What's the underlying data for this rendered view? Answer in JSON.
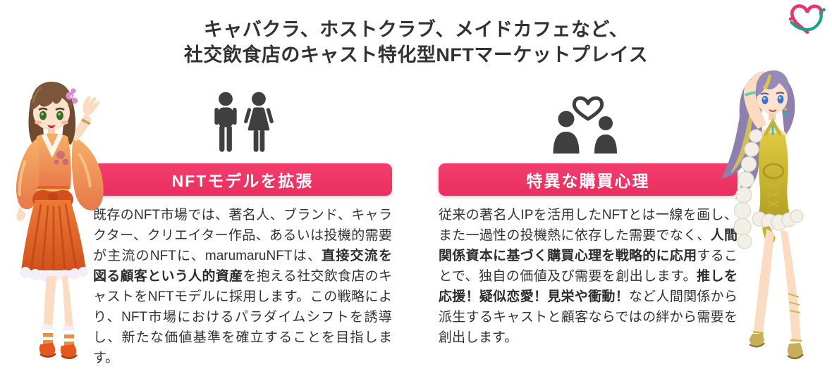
{
  "brand": {
    "logo_icon": "heart-ribbon-logo-icon",
    "logo_colors": {
      "pink": "#E8336E",
      "teal": "#1BA18E"
    }
  },
  "title": {
    "line1": "キャバクラ、ホストクラブ、メイドカフェなど、",
    "line2": "社交飲食店のキャスト特化型NFTマーケットプレイス"
  },
  "theme": {
    "banner_pink": "#EE3566",
    "icon_gray": "#3F3F3F",
    "text_color": "#333333",
    "background": "#FFFFFF"
  },
  "sections": [
    {
      "icon": "man-woman-couple-icon",
      "heading": "NFTモデルを拡張",
      "body_segments": [
        {
          "text": "既存のNFT市場では、著名人、ブランド、キャラクター、クリエイター作品、あるいは投機的需要が主流のNFTに、marumaruNFTは、",
          "bold": false
        },
        {
          "text": "直接交流を図る顧客という人的資産",
          "bold": true
        },
        {
          "text": "を抱える社交飲食店のキャストをNFTモデルに採用します。この戦略により、NFT市場におけるパラダイムシフトを誘導し、新たな価値基準を確立することを目指します。",
          "bold": false
        }
      ]
    },
    {
      "icon": "two-people-heart-icon",
      "heading": "特異な購買心理",
      "body_segments": [
        {
          "text": "従来の著名人IPを活用したNFTとは一線を画し、また一過性の投機熱に依存した需要でなく、",
          "bold": false
        },
        {
          "text": "人間関係資本に基づく購買心理を戦略的に応用",
          "bold": true
        },
        {
          "text": "することで、独自の価値及び需要を創出します。",
          "bold": false
        },
        {
          "text": "推しを応援！疑似恋愛！見栄や衝動！",
          "bold": true
        },
        {
          "text": "など人間関係から派生するキャストと顧客ならではの絆から需要を創出します。",
          "bold": false
        }
      ]
    }
  ],
  "illustrations": {
    "left": "anime-girl-orange-kimono-illustration",
    "right": "anime-girl-gold-dress-illustration"
  }
}
